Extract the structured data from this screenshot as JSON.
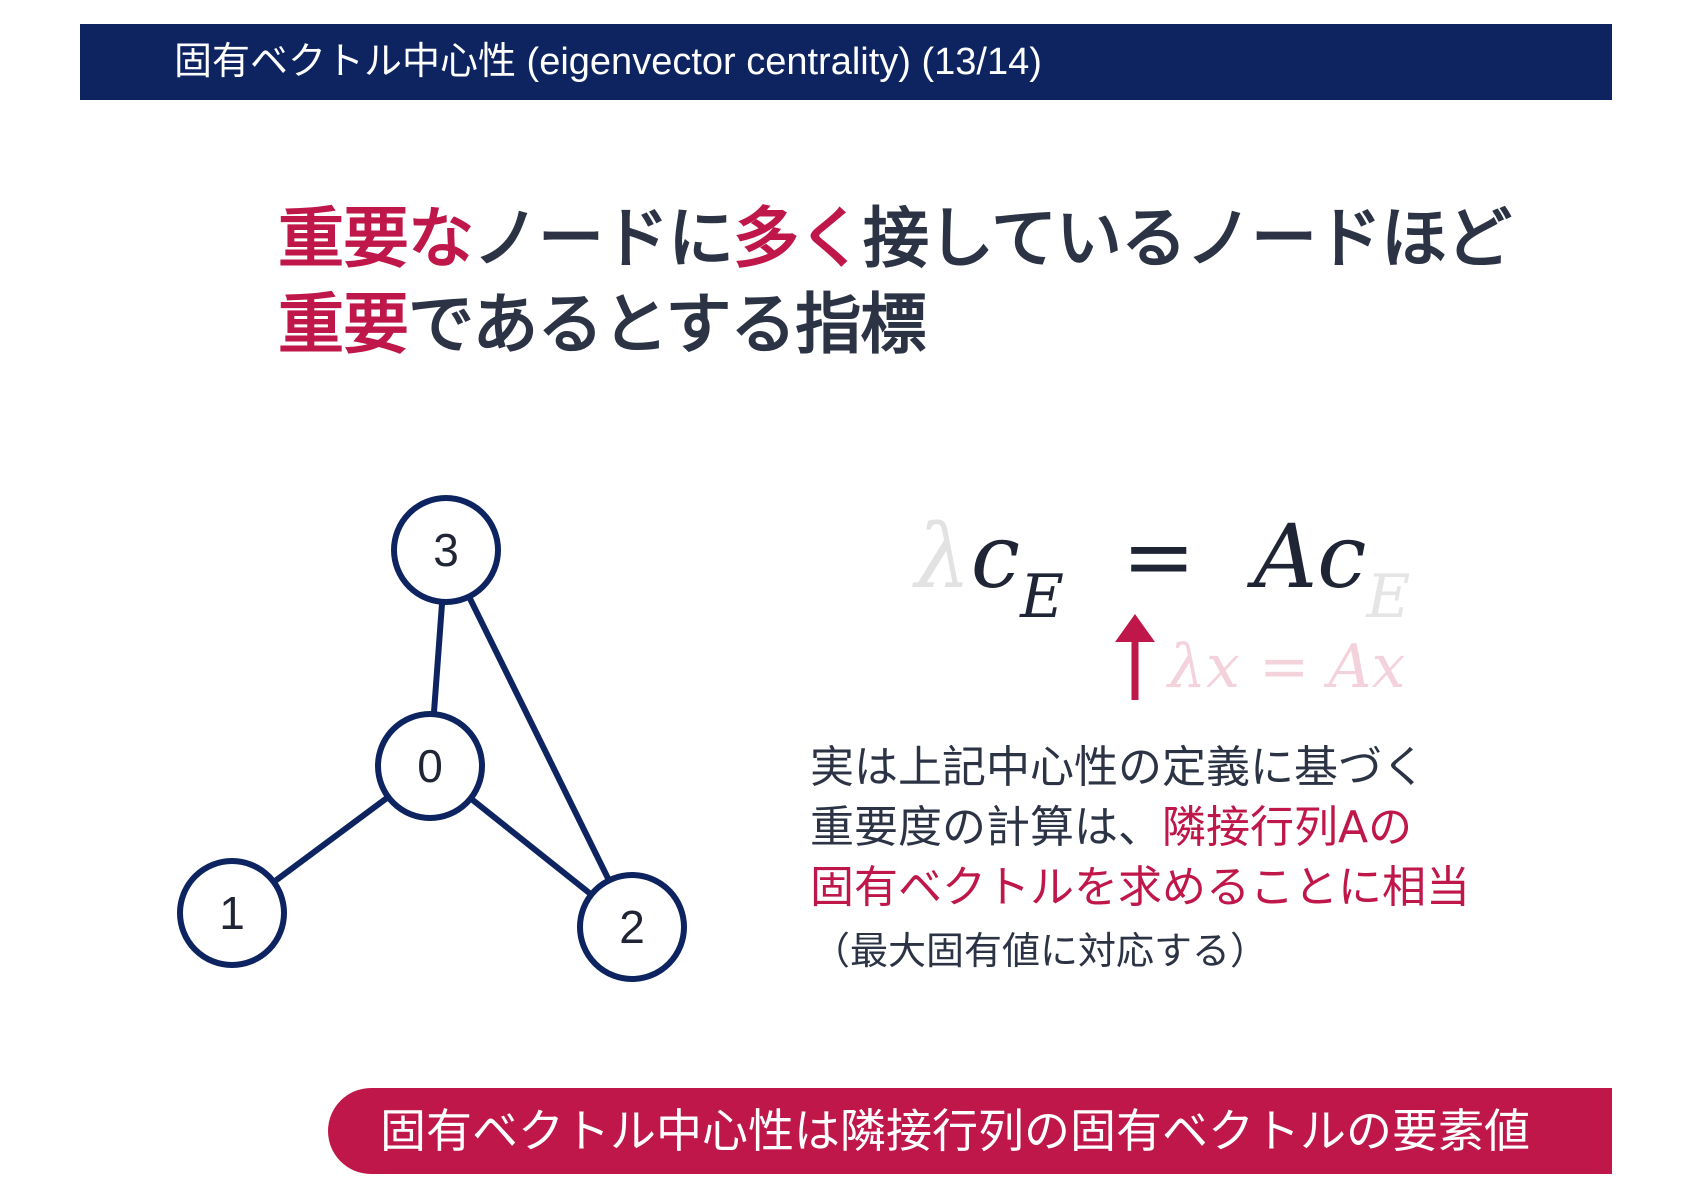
{
  "header": {
    "title": "固有ベクトル中心性 (eigenvector centrality) (13/14)"
  },
  "headline": {
    "line1": [
      {
        "text": "重要な",
        "accent": true
      },
      {
        "text": "ノードに",
        "accent": false
      },
      {
        "text": "多く",
        "accent": true
      },
      {
        "text": "接しているノードほど",
        "accent": false
      }
    ],
    "line2": [
      {
        "text": "重要",
        "accent": true
      },
      {
        "text": "であるとする指標",
        "accent": false
      }
    ]
  },
  "graph": {
    "nodes": [
      {
        "id": "3",
        "label": "3"
      },
      {
        "id": "0",
        "label": "0"
      },
      {
        "id": "1",
        "label": "1"
      },
      {
        "id": "2",
        "label": "2"
      }
    ],
    "edges": [
      [
        "3",
        "0"
      ],
      [
        "3",
        "2"
      ],
      [
        "0",
        "1"
      ],
      [
        "0",
        "2"
      ]
    ]
  },
  "equation": {
    "lambda": "λ",
    "c": "c",
    "sub_E": "E",
    "equals": "=",
    "A": "A",
    "small": "λx = Ax"
  },
  "explanation": {
    "line1": "実は上記中心性の定義に基づく",
    "line2_plain": "重要度の計算は、",
    "line2_red": "隣接行列Aの",
    "line3_red": "固有ベクトルを求めることに相当",
    "note": "（最大固有値に対応する）"
  },
  "banner": {
    "text": "固有ベクトル中心性は隣接行列の固有ベクトルの要素値"
  },
  "colors": {
    "navy": "#0d2461",
    "accent": "#c0174a",
    "text": "#2b3345"
  }
}
